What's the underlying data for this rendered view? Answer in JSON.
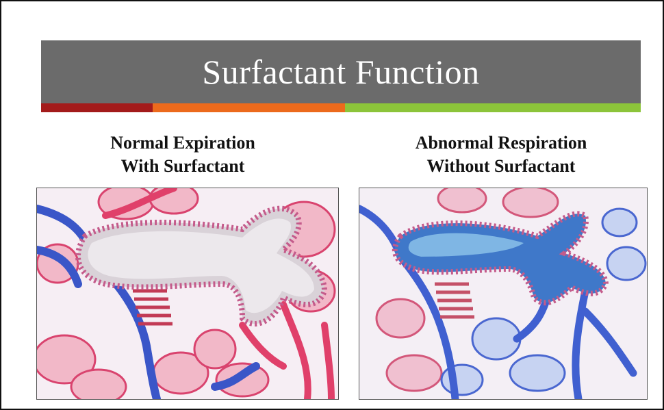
{
  "slide": {
    "title": "Surfactant Function",
    "stripe_colors": [
      "#a31b1b",
      "#ec6a1c",
      "#8cc43a"
    ],
    "left": {
      "heading_line1": "Normal Expiration",
      "heading_line2": "With Surfactant",
      "illustration": "alveoli-open-illustration"
    },
    "right": {
      "heading_line1": "Abnormal Respiration",
      "heading_line2": "Without Surfactant",
      "illustration": "alveoli-collapsed-illustration"
    }
  }
}
